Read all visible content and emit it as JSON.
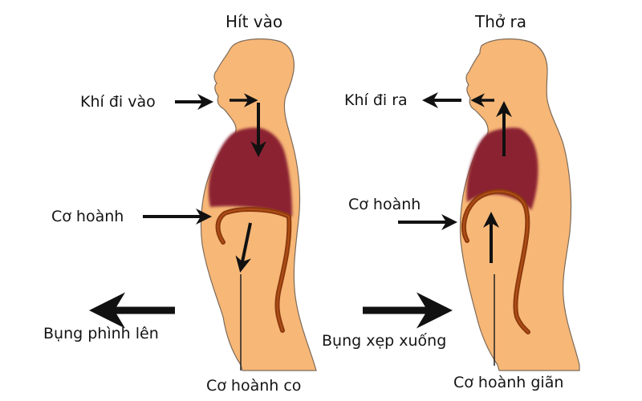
{
  "colors": {
    "skin": "#F7B777",
    "skin_outline": "#8a7a6a",
    "lung": "#8B2332",
    "diaphragm": "#8B3A0E",
    "diaphragm_highlight": "#C2571A",
    "arrow": "#111111",
    "background": "#FFFFFF"
  },
  "panels": {
    "inhale": {
      "title": "Hít vào",
      "air_label": "Khí đi vào",
      "diaphragm_label": "Cơ hoành",
      "belly_label": "Bụng phình lên",
      "diaphragm_state_label": "Cơ hoành co"
    },
    "exhale": {
      "title": "Thở ra",
      "air_label": "Khí đi ra",
      "diaphragm_label": "Cơ hoành",
      "belly_label": "Bụng xẹp xuống",
      "diaphragm_state_label": "Cơ hoành giãn"
    }
  },
  "icons": {
    "arrow": "black-arrow"
  }
}
